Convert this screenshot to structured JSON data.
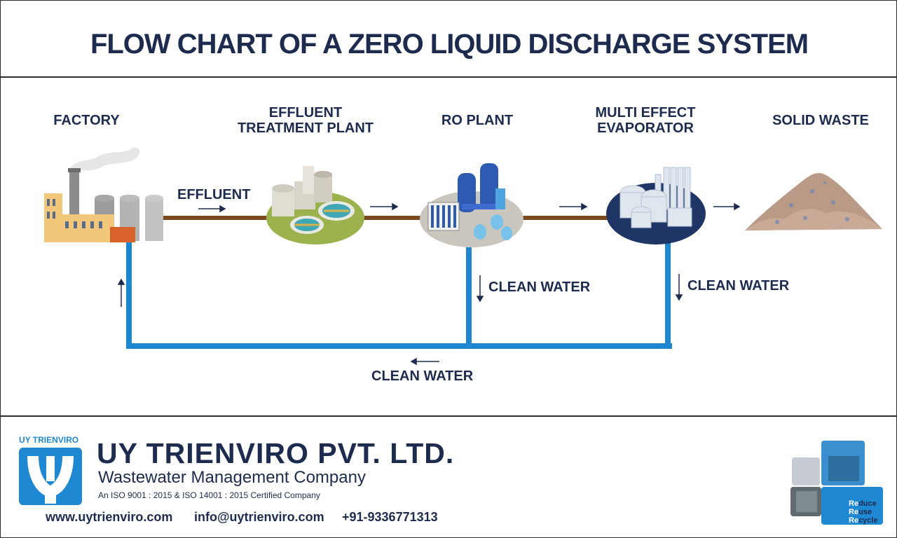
{
  "title": "FLOW CHART OF A ZERO LIQUID DISCHARGE SYSTEM",
  "stages": {
    "factory": "FACTORY",
    "etp_line1": "EFFLUENT",
    "etp_line2": "TREATMENT PLANT",
    "ro": "RO PLANT",
    "mee_line1": "MULTI EFFECT",
    "mee_line2": "EVAPORATOR",
    "solid": "SOLID WASTE"
  },
  "flows": {
    "effluent": "EFFLUENT",
    "clean_water_ro": "CLEAN WATER",
    "clean_water_mee": "CLEAN WATER",
    "clean_water_return": "CLEAN WATER"
  },
  "colors": {
    "effluent_pipe": "#7a4a1e",
    "clean_pipe": "#1f87cf",
    "navy": "#1d2b4f"
  },
  "footer": {
    "logo_text": "UY TRIENVIRO",
    "company": "UY TRIENVIRO PVT. LTD.",
    "tagline": "Wastewater Management Company",
    "iso": "An ISO 9001 : 2015 & ISO 14001 : 2015 Certified Company",
    "website": "www.uytrienviro.com",
    "email": "info@uytrienviro.com",
    "phone": "+91-9336771313",
    "rrr_1_hi": "Re",
    "rrr_1_lo": "duce",
    "rrr_2_hi": "Re",
    "rrr_2_lo": "use",
    "rrr_3_hi": "Re",
    "rrr_3_lo": "cycle"
  }
}
